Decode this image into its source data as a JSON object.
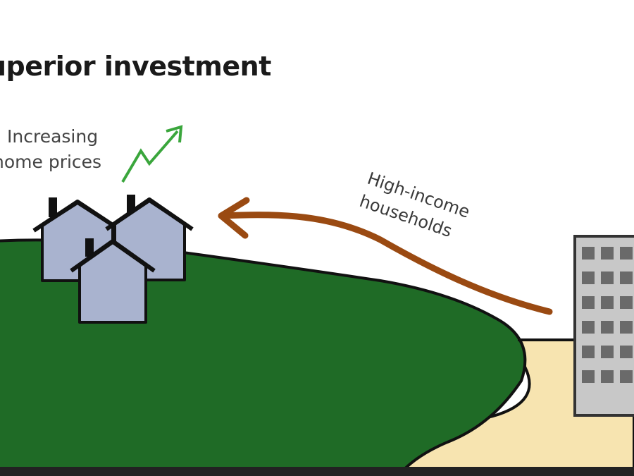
{
  "title": "uperior investment",
  "prices_label": {
    "line1": "Increasing",
    "line2": "home prices"
  },
  "flow_label": {
    "line1": "High-income",
    "line2": "households"
  },
  "icons": [
    "house-icon",
    "rising-trend-arrow-icon",
    "curved-arrow-icon",
    "apartment-building-icon"
  ],
  "colors": {
    "hill": "#1f6b26",
    "sand": "#f7e4b0",
    "house": "#a9b3cf",
    "arrow": "#9a4a12",
    "trend": "#3aa63c",
    "building": "#c8c8c8",
    "window": "#6a6a6a"
  }
}
